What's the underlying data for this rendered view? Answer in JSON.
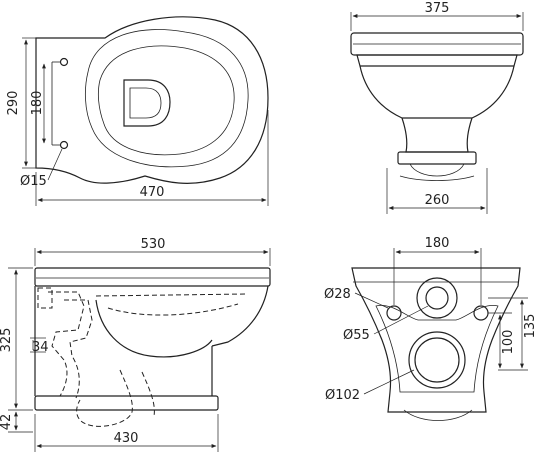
{
  "top_view": {
    "width_label": "470",
    "height_label": "290",
    "hole_spacing_label": "180",
    "hole_diameter_label": "Ø15"
  },
  "front_view": {
    "width_label": "375",
    "base_width_label": "260"
  },
  "side_view": {
    "length_label": "530",
    "depth_label": "430",
    "height_label": "325",
    "base_height_label": "42",
    "outlet_height_label": "34"
  },
  "rear_view": {
    "fixing_spacing_label": "180",
    "fixing_hole_label": "Ø28",
    "inlet_label": "Ø55",
    "outlet_label": "Ø102",
    "inlet_height_label": "135",
    "outlet_height_label": "100"
  }
}
